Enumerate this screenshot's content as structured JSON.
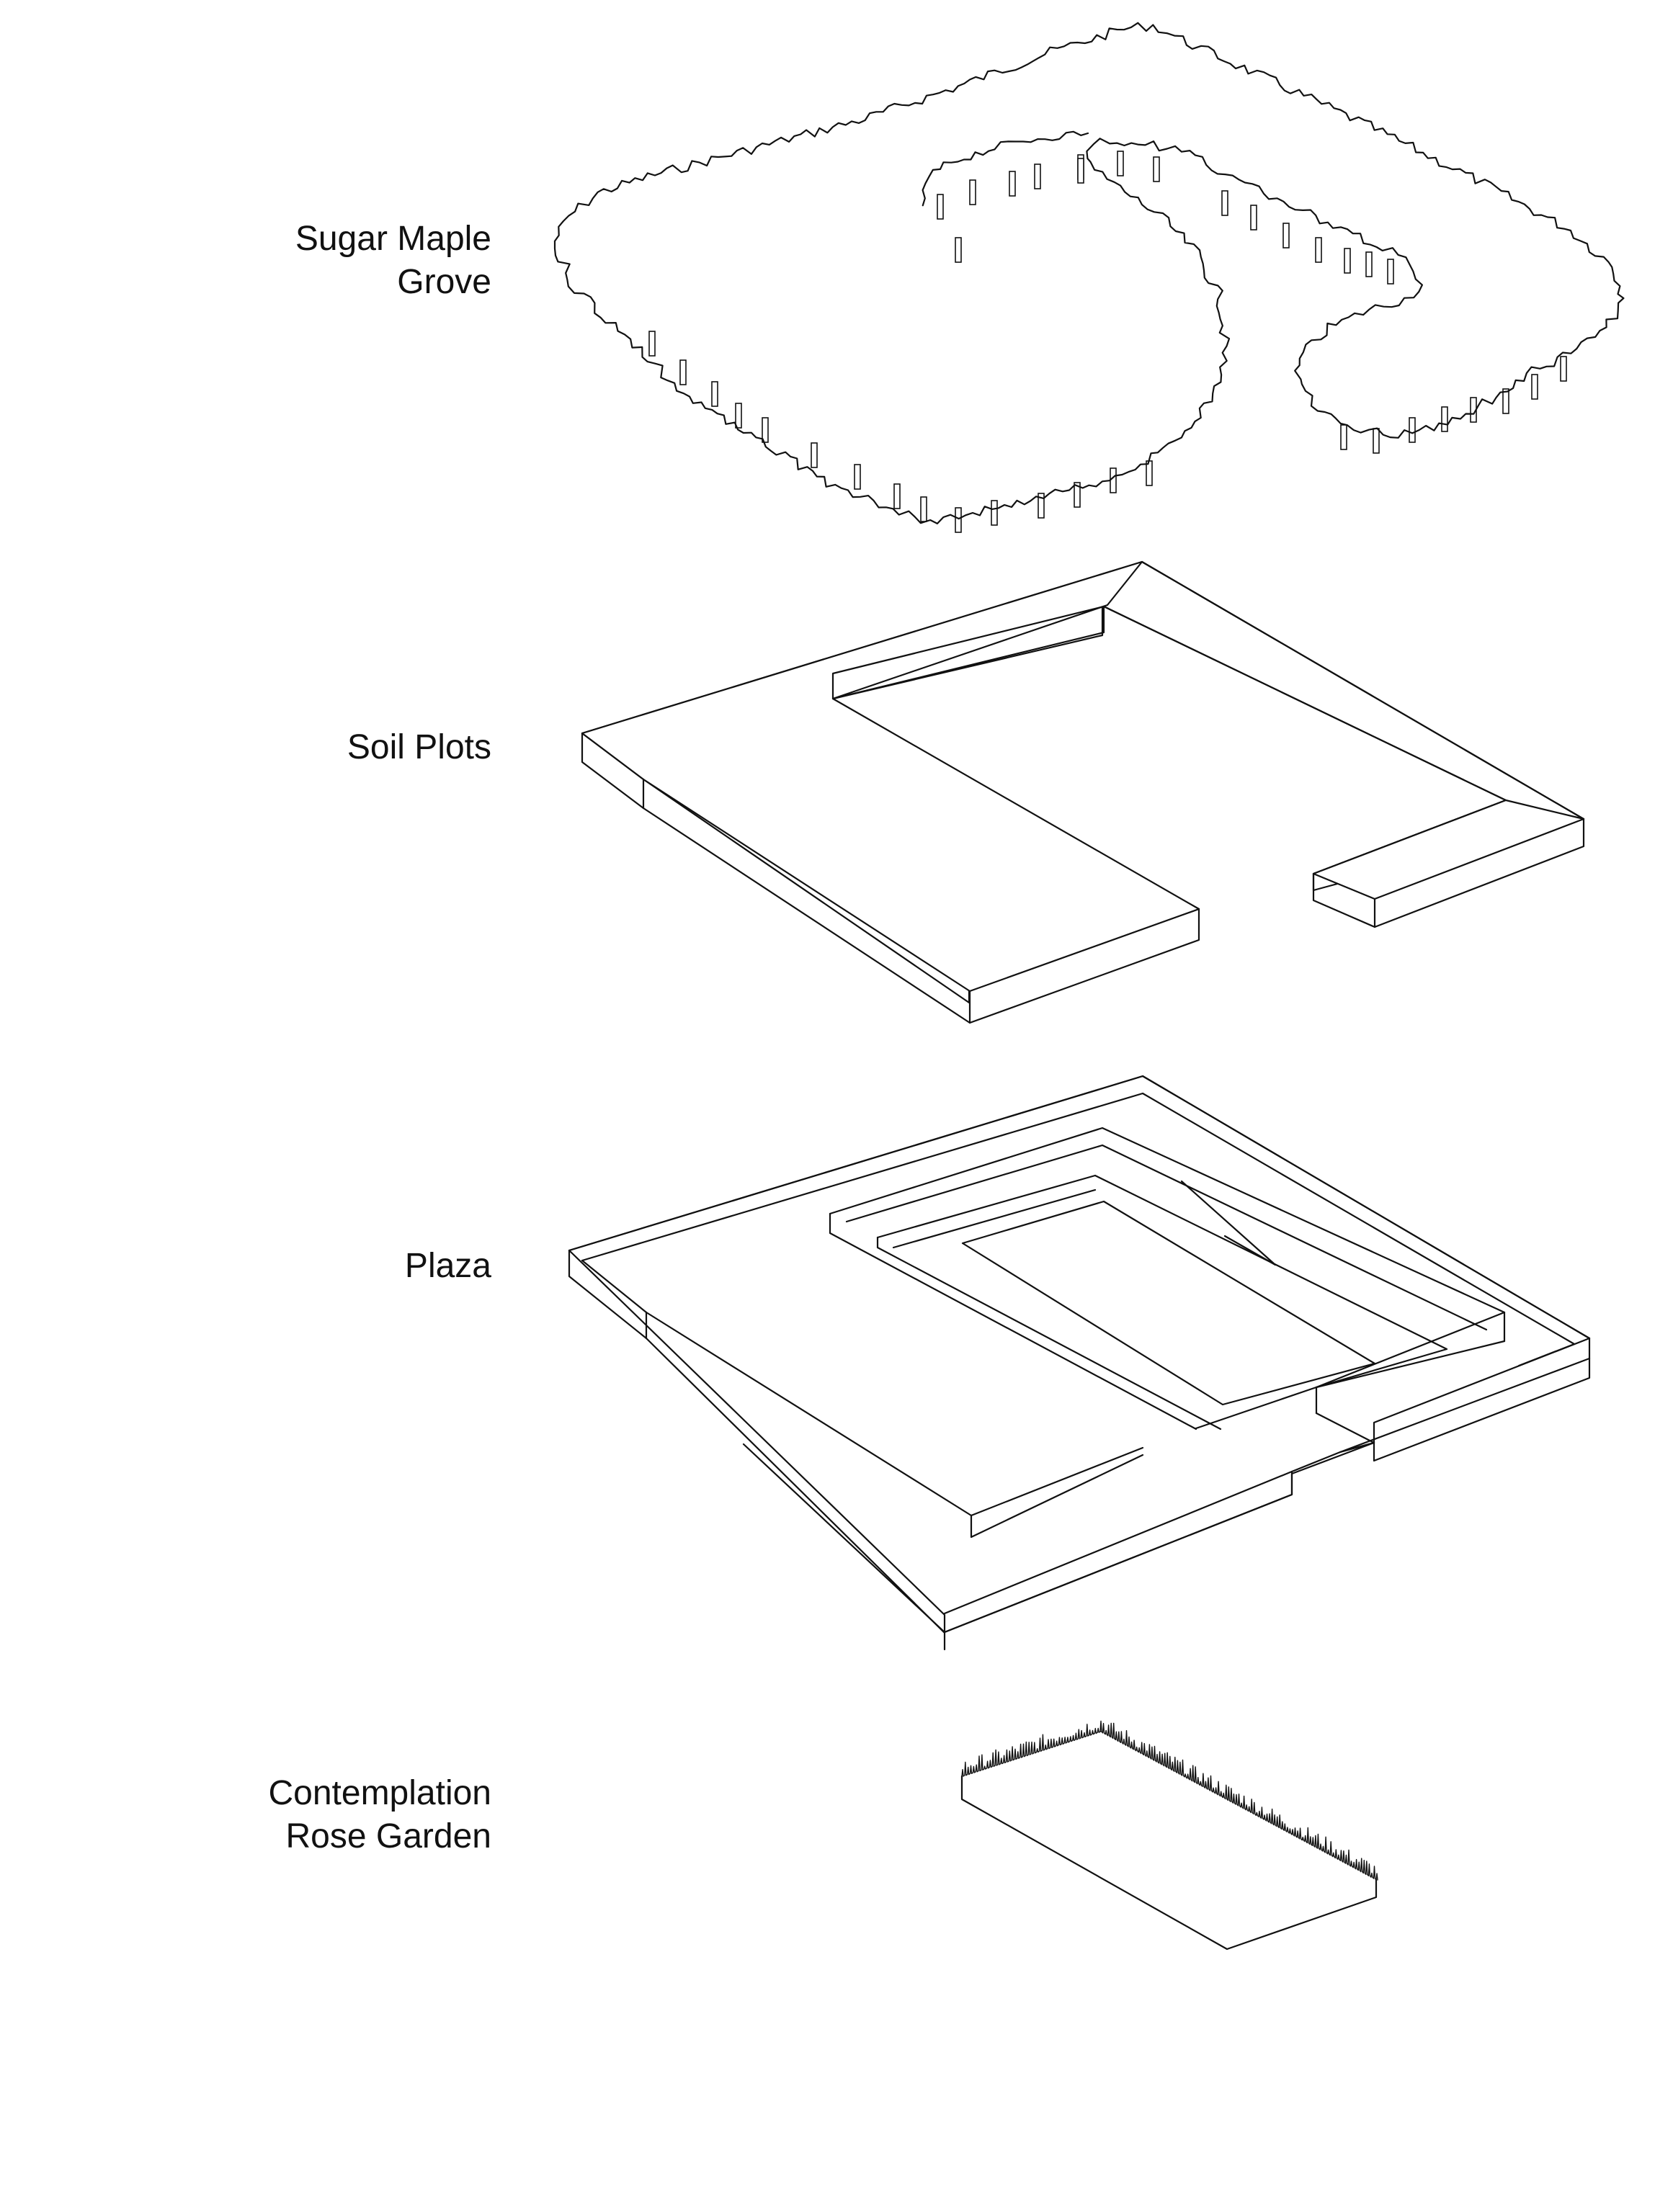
{
  "layers": [
    {
      "id": "sugar-maple-grove",
      "label_lines": [
        "Sugar Maple",
        "Grove"
      ]
    },
    {
      "id": "soil-plots",
      "label_lines": [
        "Soil Plots"
      ]
    },
    {
      "id": "plaza",
      "label_lines": [
        "Plaza"
      ]
    },
    {
      "id": "contemplation-rose-garden",
      "label_lines": [
        "Contemplation",
        "Rose Garden"
      ]
    }
  ],
  "colors": {
    "line": "#111111",
    "background": "#ffffff"
  }
}
